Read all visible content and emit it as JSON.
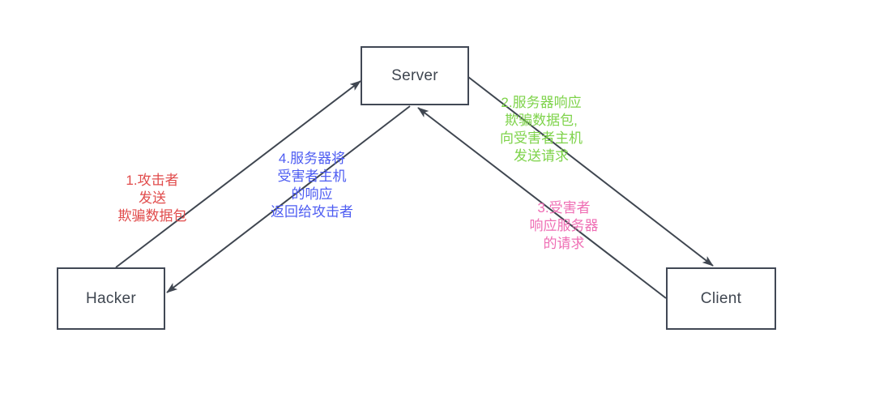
{
  "diagram": {
    "background_color": "#ffffff",
    "stroke_color": "#3f4650",
    "node_border_color": "#414855",
    "nodes": {
      "server": {
        "label": "Server"
      },
      "hacker": {
        "label": "Hacker"
      },
      "client": {
        "label": "Client"
      }
    },
    "steps": {
      "step1": {
        "color": "#e14c4c",
        "from": "Hacker",
        "to": "Server",
        "lines": [
          "1.攻击者",
          "发送",
          "欺骗数据包"
        ]
      },
      "step2": {
        "color": "#7ed34a",
        "from": "Server",
        "to": "Client",
        "lines": [
          "2.服务器响应",
          "欺骗数据包,",
          "向受害者主机",
          "发送请求"
        ]
      },
      "step3": {
        "color": "#ef6eb4",
        "from": "Client",
        "to": "Server",
        "lines": [
          "3.受害者",
          "响应服务器",
          "的请求"
        ]
      },
      "step4": {
        "color": "#4d5cf2",
        "from": "Server",
        "to": "Hacker",
        "lines": [
          "4.服务器将",
          "受害者主机",
          "的响应",
          "返回给攻击者"
        ]
      }
    }
  }
}
